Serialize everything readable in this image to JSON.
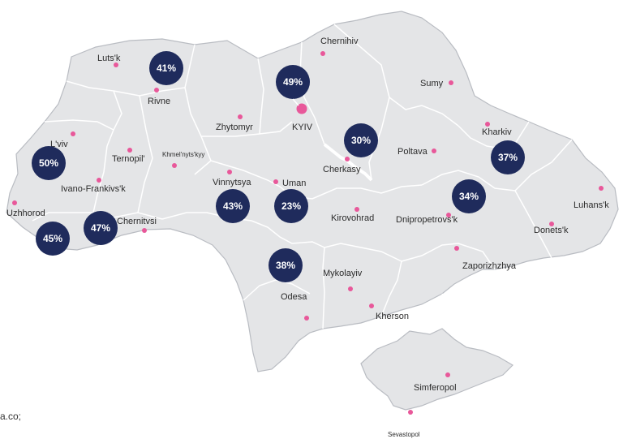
{
  "colors": {
    "land": "#e4e5e7",
    "border": "#ffffff",
    "coast": "#b9bcc2",
    "city_dot": "#e8589a",
    "badge": "#1f2b5c",
    "badge_text": "#ffffff"
  },
  "source_text": "a.co;",
  "cities": [
    {
      "id": "lutsk",
      "name": "Luts'k"
    },
    {
      "id": "rivne",
      "name": "Rivne"
    },
    {
      "id": "chernihiv",
      "name": "Chernihiv"
    },
    {
      "id": "sumy",
      "name": "Sumy"
    },
    {
      "id": "zhytomyr",
      "name": "Zhytomyr"
    },
    {
      "id": "kyiv",
      "name": "KYIV",
      "capital": true
    },
    {
      "id": "kharkiv",
      "name": "Kharkiv"
    },
    {
      "id": "lviv",
      "name": "L'viv"
    },
    {
      "id": "ternopil",
      "name": "Ternopil'"
    },
    {
      "id": "khmelnytskyy",
      "name": "Khmel'nyts'kyy"
    },
    {
      "id": "poltava",
      "name": "Poltava"
    },
    {
      "id": "cherkasy",
      "name": "Cherkasy"
    },
    {
      "id": "vinnytsya",
      "name": "Vinnytsya"
    },
    {
      "id": "uman",
      "name": "Uman"
    },
    {
      "id": "ivano_frankivsk",
      "name": "Ivano-Frankivs'k"
    },
    {
      "id": "uzhhorod",
      "name": "Uzhhorod"
    },
    {
      "id": "chernivtsi",
      "name": "Chernitvsi"
    },
    {
      "id": "kirovohrad",
      "name": "Kirovohrad"
    },
    {
      "id": "dnipropetrovsk",
      "name": "Dnipropetrovs'k"
    },
    {
      "id": "luhansk",
      "name": "Luhans'k"
    },
    {
      "id": "donetsk",
      "name": "Donets'k"
    },
    {
      "id": "zaporizhzhya",
      "name": "Zaporizhzhya"
    },
    {
      "id": "mykolayiv",
      "name": "Mykolayiv"
    },
    {
      "id": "odesa",
      "name": "Odesa"
    },
    {
      "id": "kherson",
      "name": "Kherson"
    },
    {
      "id": "simferopol",
      "name": "Simferopol"
    },
    {
      "id": "sevastopol",
      "name": "Sevastopol"
    }
  ],
  "badges": [
    {
      "id": "rivne",
      "value": "41%"
    },
    {
      "id": "kyiv",
      "value": "49%"
    },
    {
      "id": "cherkasy",
      "value": "30%"
    },
    {
      "id": "kharkiv",
      "value": "37%"
    },
    {
      "id": "lviv",
      "value": "50%"
    },
    {
      "id": "vinnytsya",
      "value": "43%"
    },
    {
      "id": "uman",
      "value": "23%"
    },
    {
      "id": "dnipropetrovsk",
      "value": "34%"
    },
    {
      "id": "ivano_frankivsk",
      "value": "47%"
    },
    {
      "id": "uzhhorod",
      "value": "45%"
    },
    {
      "id": "odesa",
      "value": "38%"
    }
  ]
}
